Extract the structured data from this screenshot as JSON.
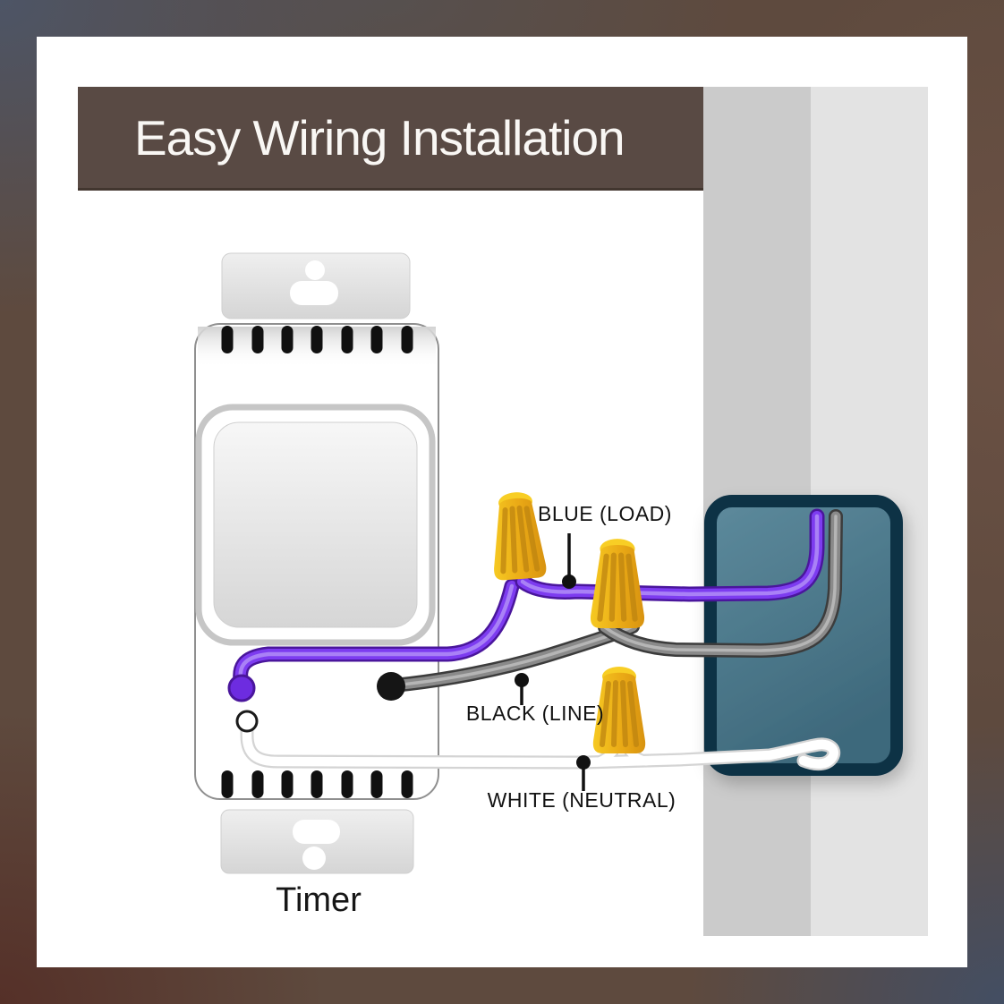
{
  "header": {
    "title": "Easy Wiring Installation",
    "bg_color": "#594a44",
    "text_color": "#f9f7f4"
  },
  "diagram": {
    "device_label": "Timer",
    "labels": {
      "load": "BLUE (LOAD)",
      "line": "BLACK (LINE)",
      "neutral": "WHITE (NEUTRAL)"
    },
    "colors": {
      "wire_blue_load": "#7d3cf0",
      "wire_black_line": "#8a8a8a",
      "wire_white_neutral": "#ffffff",
      "wire_nut": "#eaaa16",
      "electrical_box_fill": "#4e7b8c",
      "electrical_box_border": "#0d3045",
      "wall_stud_dark": "#cbcbcb",
      "wall_stud_light": "#e3e3e3",
      "frame_white_mat": "#ffffff"
    },
    "parts": [
      "timer-switch-device",
      "wire-nut-1",
      "wire-nut-2",
      "wire-nut-3",
      "electrical-box"
    ]
  }
}
